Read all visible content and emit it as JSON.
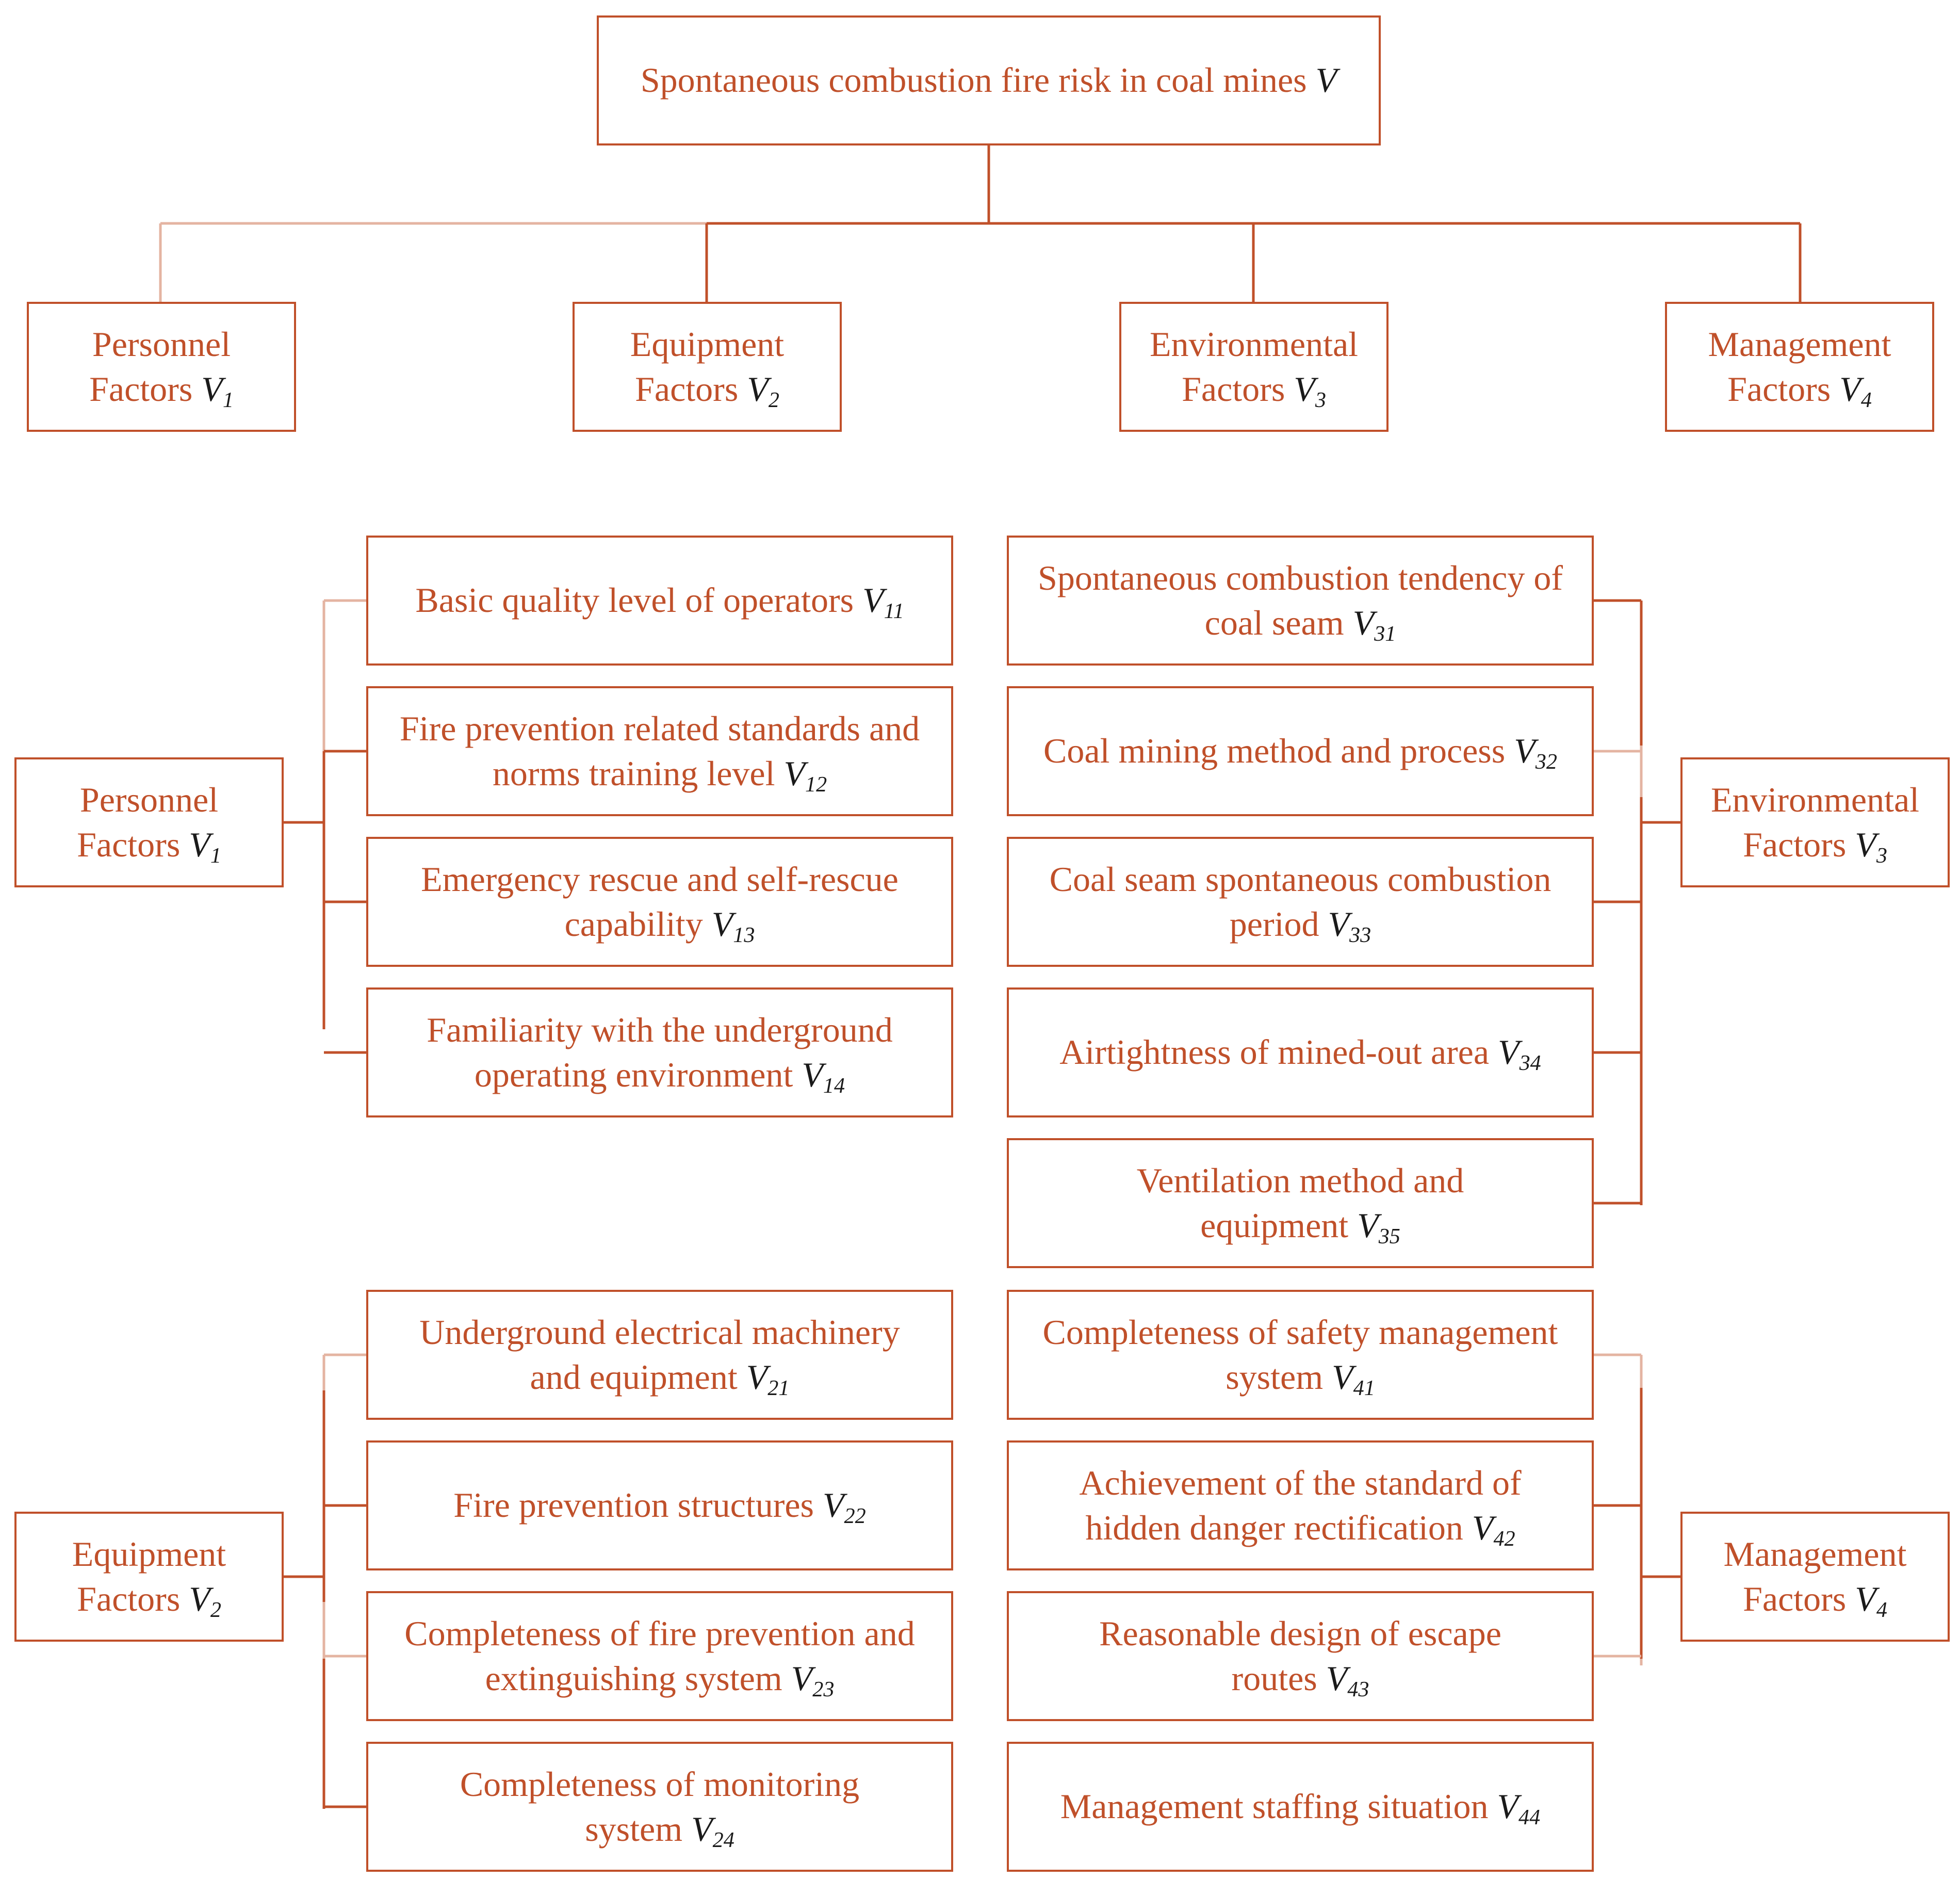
{
  "root": {
    "label": "Spontaneous combustion fire risk in coal mines",
    "sym": "V",
    "sub": ""
  },
  "categories": [
    {
      "id": "cat1",
      "line1": "Personnel",
      "line2": "Factors",
      "sym": "V",
      "sub": "1"
    },
    {
      "id": "cat2",
      "line1": "Equipment",
      "line2": "Factors",
      "sym": "V",
      "sub": "2"
    },
    {
      "id": "cat3",
      "line1": "Environmental",
      "line2": "Factors",
      "sym": "V",
      "sub": "3"
    },
    {
      "id": "cat4",
      "line1": "Management",
      "line2": "Factors",
      "sym": "V",
      "sub": "4"
    }
  ],
  "groups": {
    "personnel": {
      "label": {
        "line1": "Personnel",
        "line2": "Factors",
        "sym": "V",
        "sub": "1"
      },
      "items": [
        {
          "line1": "Basic quality level of operators",
          "line2": "",
          "sym": "V",
          "sub": "11"
        },
        {
          "line1": "Fire prevention related standards and",
          "line2": "norms training level",
          "sym": "V",
          "sub": "12"
        },
        {
          "line1": "Emergency rescue and self-rescue",
          "line2": "capability",
          "sym": "V",
          "sub": "13"
        },
        {
          "line1": "Familiarity with the underground",
          "line2": "operating environment",
          "sym": "V",
          "sub": "14"
        }
      ]
    },
    "equipment": {
      "label": {
        "line1": "Equipment",
        "line2": "Factors",
        "sym": "V",
        "sub": "2"
      },
      "items": [
        {
          "line1": "Underground electrical machinery",
          "line2": "and equipment",
          "sym": "V",
          "sub": "21"
        },
        {
          "line1": "Fire prevention structures",
          "line2": "",
          "sym": "V",
          "sub": "22"
        },
        {
          "line1": "Completeness of fire prevention and",
          "line2": "extinguishing system",
          "sym": "V",
          "sub": "23"
        },
        {
          "line1": "Completeness of monitoring",
          "line2": "system",
          "sym": "V",
          "sub": "24"
        }
      ]
    },
    "environmental": {
      "label": {
        "line1": "Environmental",
        "line2": "Factors",
        "sym": "V",
        "sub": "3"
      },
      "items": [
        {
          "line1": "Spontaneous combustion tendency of",
          "line2": "coal seam",
          "sym": "V",
          "sub": "31"
        },
        {
          "line1": "Coal mining method and process",
          "line2": "",
          "sym": "V",
          "sub": "32"
        },
        {
          "line1": "Coal seam spontaneous combustion",
          "line2": "period",
          "sym": "V",
          "sub": "33"
        },
        {
          "line1": "Airtightness of mined-out area",
          "line2": "",
          "sym": "V",
          "sub": "34"
        },
        {
          "line1": "Ventilation method and",
          "line2": "equipment",
          "sym": "V",
          "sub": "35"
        }
      ]
    },
    "management": {
      "label": {
        "line1": "Management",
        "line2": "Factors",
        "sym": "V",
        "sub": "4"
      },
      "items": [
        {
          "line1": "Completeness of safety management",
          "line2": "system",
          "sym": "V",
          "sub": "41"
        },
        {
          "line1": "Achievement of the standard of",
          "line2": "hidden danger rectification",
          "sym": "V",
          "sub": "42"
        },
        {
          "line1": "Reasonable design of escape",
          "line2": "routes",
          "sym": "V",
          "sub": "43"
        },
        {
          "line1": "Management staffing situation",
          "line2": "",
          "sym": "V",
          "sub": "44"
        }
      ]
    }
  },
  "colors": {
    "accent": "#c0502a",
    "light": "#e4b4a2",
    "symbol": "#1a1a1a"
  }
}
